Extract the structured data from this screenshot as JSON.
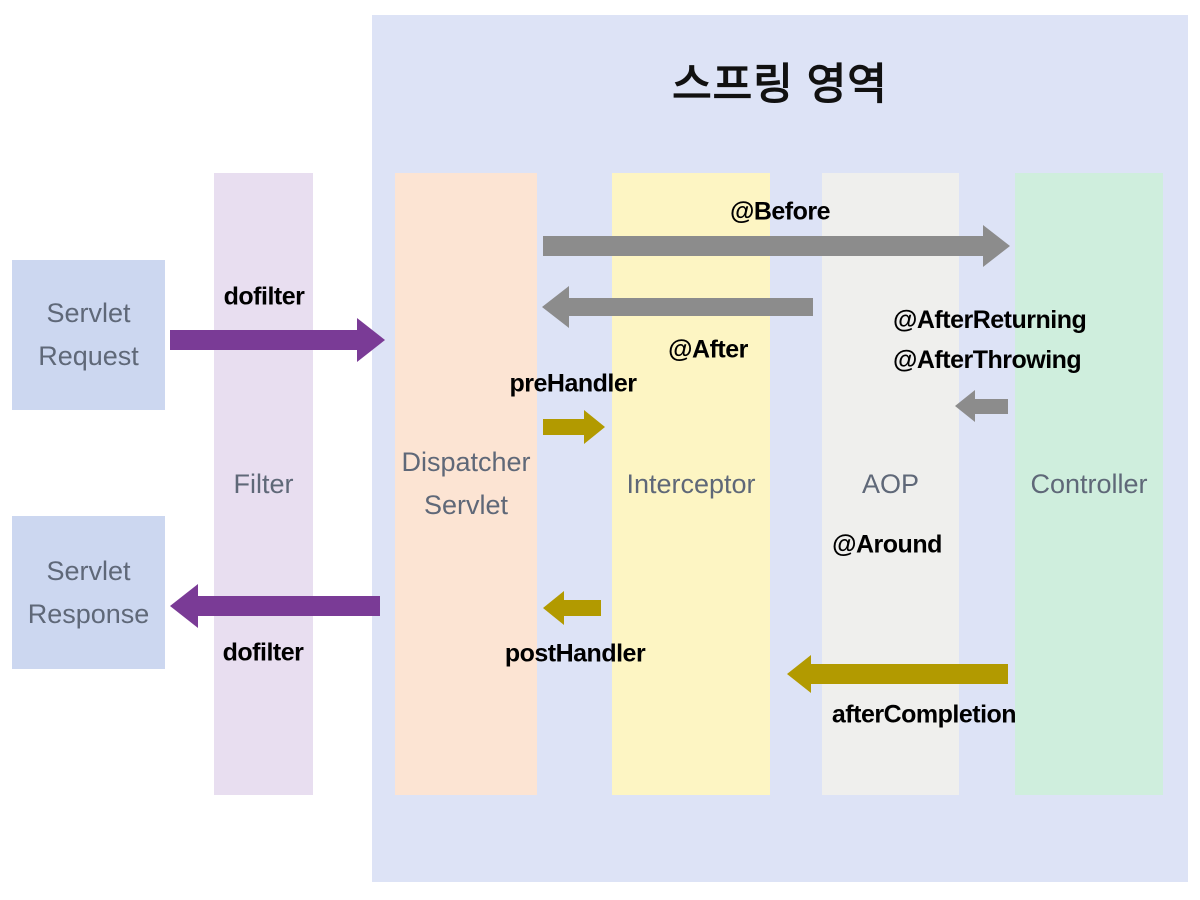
{
  "title": "스프링 영역",
  "nodes": {
    "servlet_request": {
      "line1": "Servlet",
      "line2": "Request"
    },
    "servlet_response": {
      "line1": "Servlet",
      "line2": "Response"
    },
    "filter": {
      "label": "Filter"
    },
    "dispatcher_servlet": {
      "line1": "Dispatcher",
      "line2": "Servlet"
    },
    "interceptor": {
      "label": "Interceptor"
    },
    "aop": {
      "label": "AOP"
    },
    "controller": {
      "label": "Controller"
    }
  },
  "labels": {
    "dofilter_request": "dofilter",
    "dofilter_response": "dofilter",
    "before": "@Before",
    "after": "@After",
    "after_returning": "@AfterReturning",
    "after_throwing": "@AfterThrowing",
    "around": "@Around",
    "pre_handler": "preHandler",
    "post_handler": "postHandler",
    "after_completion": "afterCompletion"
  },
  "colors": {
    "spring_region": "#dde3f6",
    "servlet_box": "#ccd7f0",
    "filter_column": "#e8def0",
    "dispatcher_column": "#fce4d3",
    "interceptor_column": "#fdf5c3",
    "aop_column": "#efefed",
    "controller_column": "#cfeedd",
    "purple_arrow": "#7a3b96",
    "gray_arrow": "#8c8c8c",
    "yellow_arrow": "#b29a00",
    "node_text": "#5f6878",
    "label_text": "#000000"
  }
}
